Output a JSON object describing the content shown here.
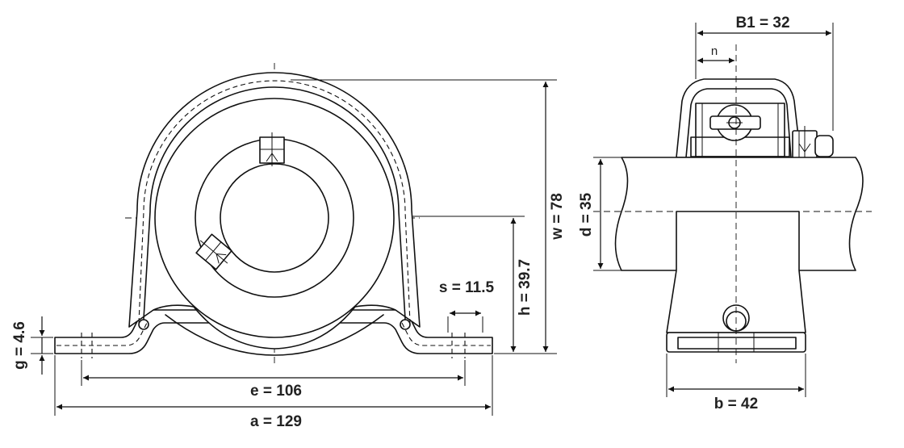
{
  "drawing": {
    "front_view": {
      "labels": {
        "a": "a = 129",
        "e": "e = 106",
        "g": "g = 4.6",
        "s": "s = 11.5",
        "h": "h = 39.7",
        "w": "w = 78"
      }
    },
    "side_view": {
      "labels": {
        "B1": "B1 = 32",
        "n": "n",
        "d": "d = 35",
        "b": "b = 42"
      }
    }
  }
}
